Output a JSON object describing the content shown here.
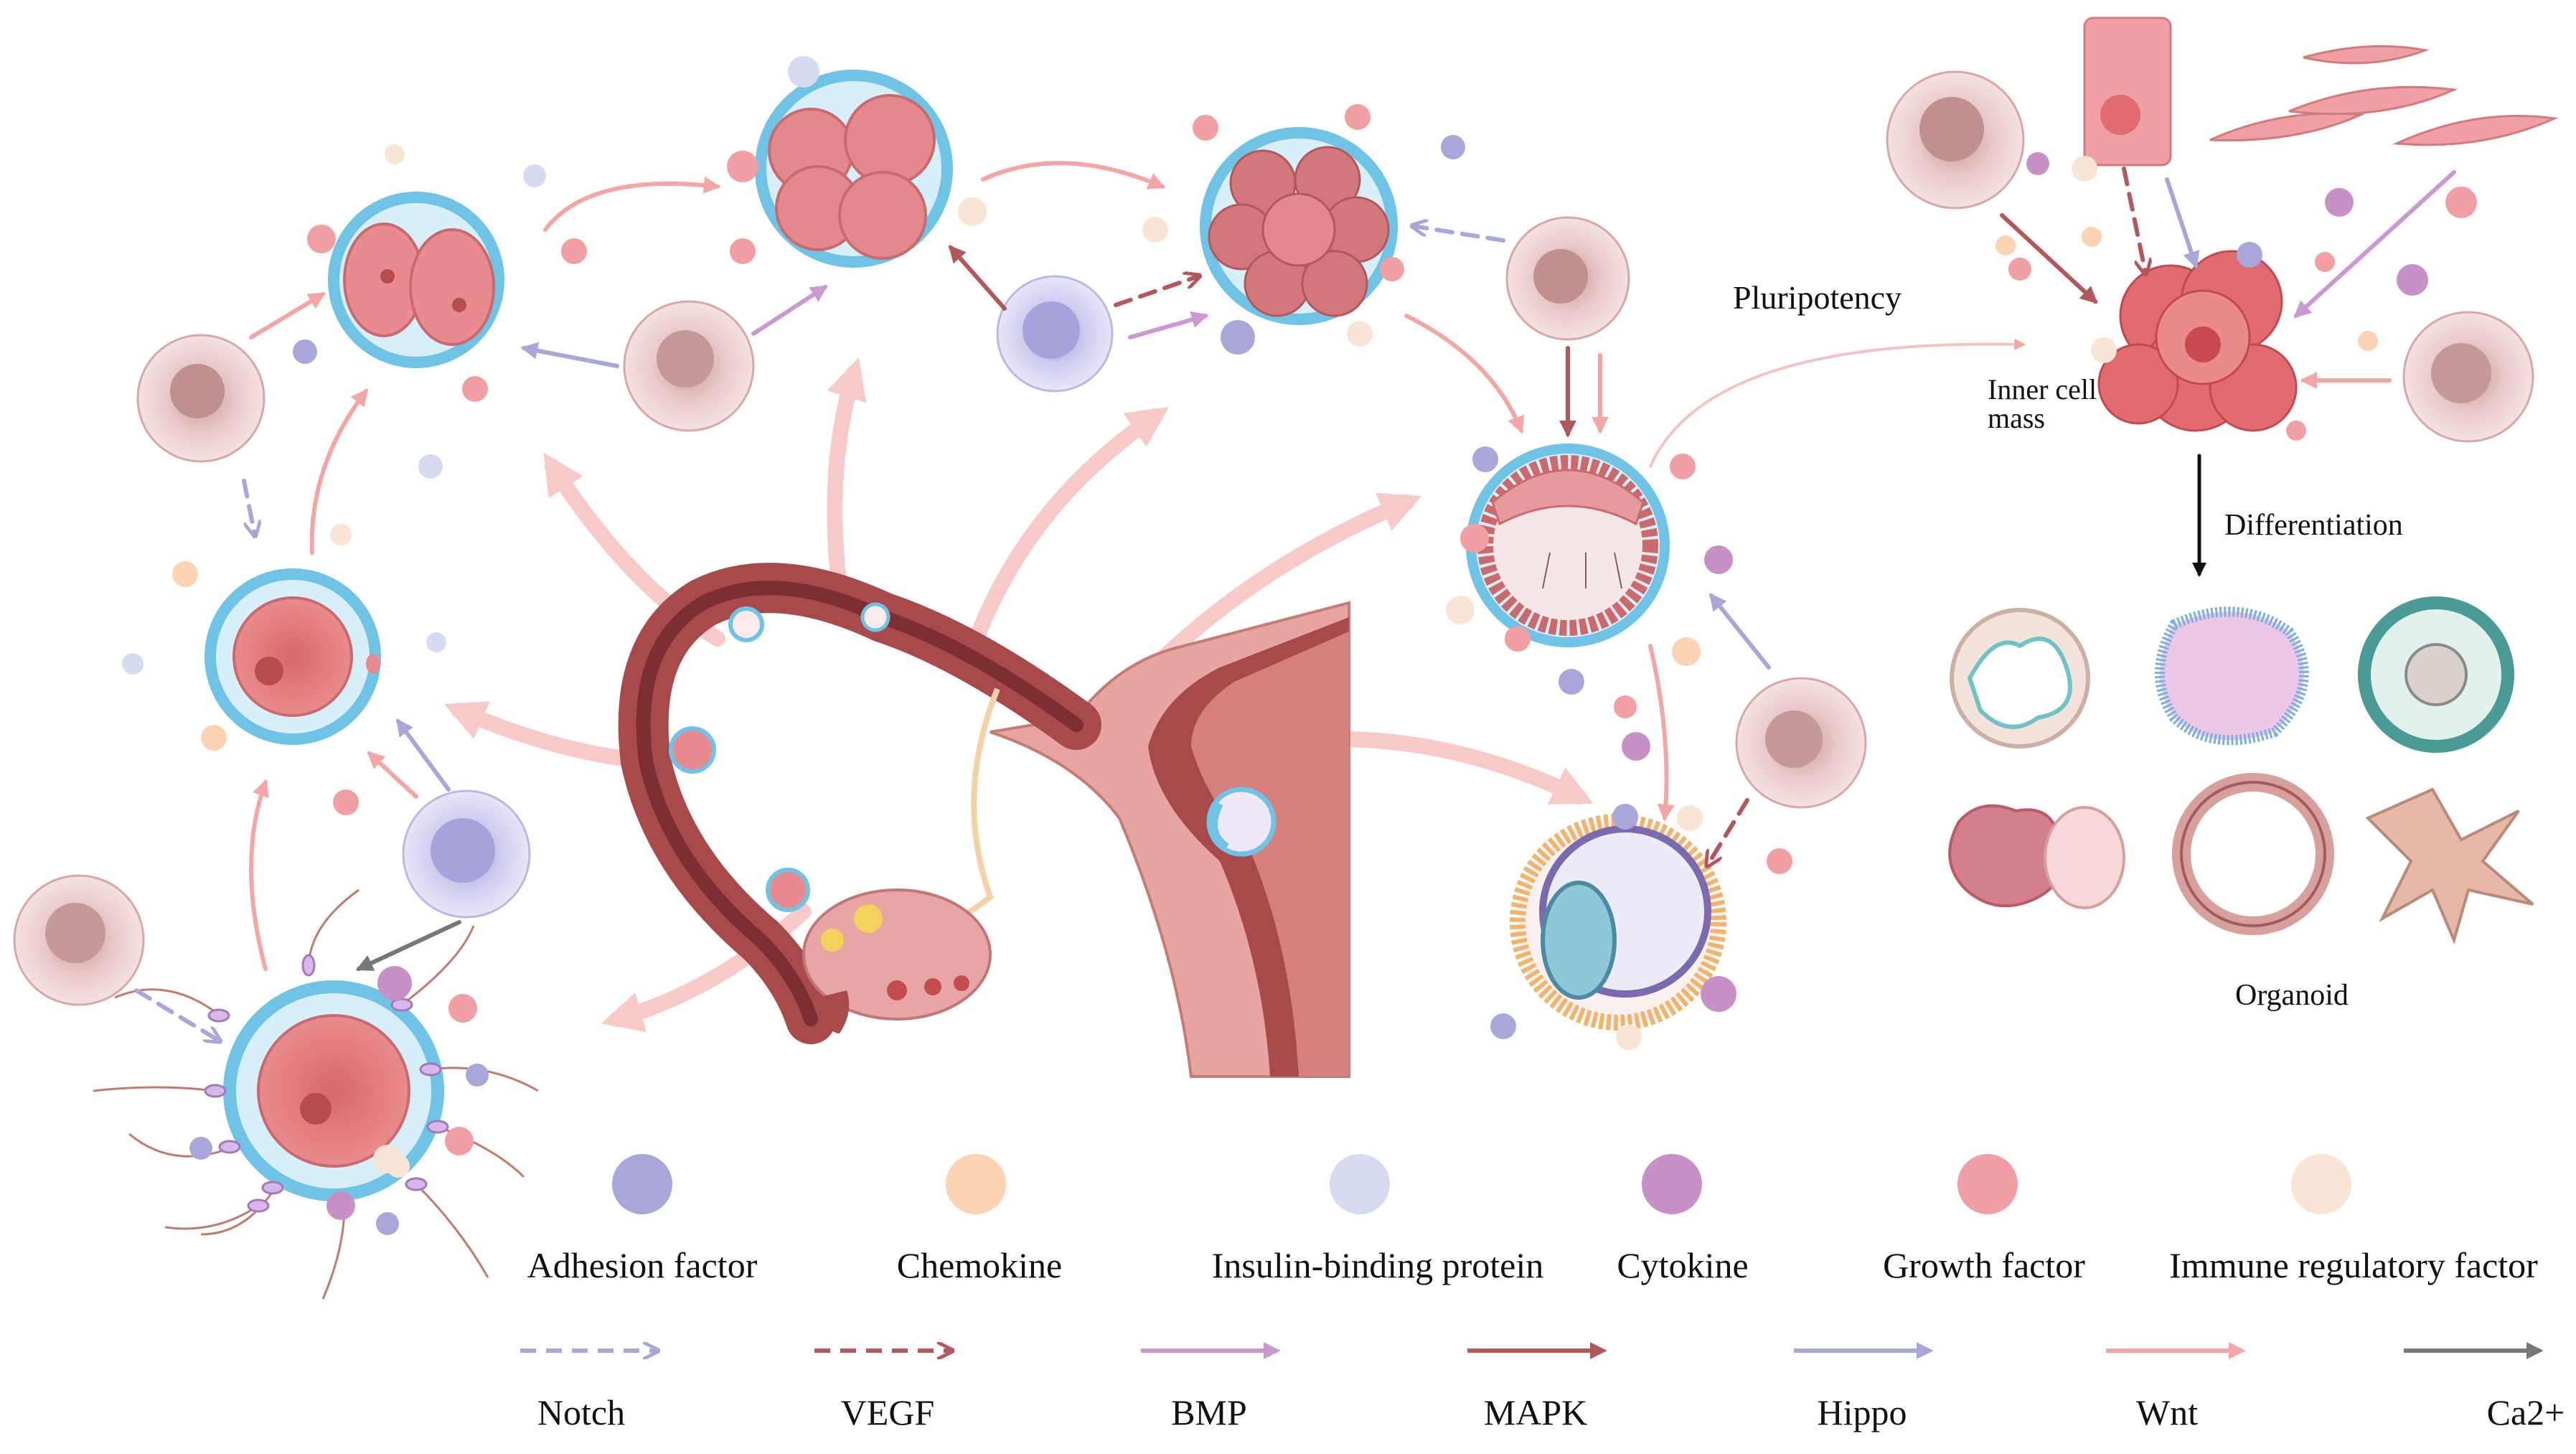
{
  "labels": {
    "pluripotency": "Pluripotency",
    "inner_cell_mass_line1": "Inner cell",
    "inner_cell_mass_line2": "mass",
    "differentiation": "Differentiation",
    "organoid": "Organoid"
  },
  "legend_factors": [
    {
      "label": "Adhesion factor",
      "color": "#a9a6d9"
    },
    {
      "label": "Chemokine",
      "color": "#fcd3b3"
    },
    {
      "label": "Insulin-binding protein",
      "color": "#d7dbf1"
    },
    {
      "label": "Cytokine",
      "color": "#c790c6"
    },
    {
      "label": "Growth factor",
      "color": "#f0a0a3"
    },
    {
      "label": "Immune regulatory factor",
      "color": "#f8e5d4"
    }
  ],
  "legend_pathways": [
    {
      "label": "Notch",
      "color": "#a9a6d9",
      "style": "dashed"
    },
    {
      "label": "VEGF",
      "color": "#b2585c",
      "style": "dashed"
    },
    {
      "label": "BMP",
      "color": "#c99ad2",
      "style": "solid"
    },
    {
      "label": "MAPK",
      "color": "#b2585c",
      "style": "solid"
    },
    {
      "label": "Hippo",
      "color": "#a9a6d9",
      "style": "solid"
    },
    {
      "label": "Wnt",
      "color": "#f3a6a6",
      "style": "solid"
    },
    {
      "label": "Ca2+",
      "color": "#777777",
      "style": "solid"
    }
  ]
}
